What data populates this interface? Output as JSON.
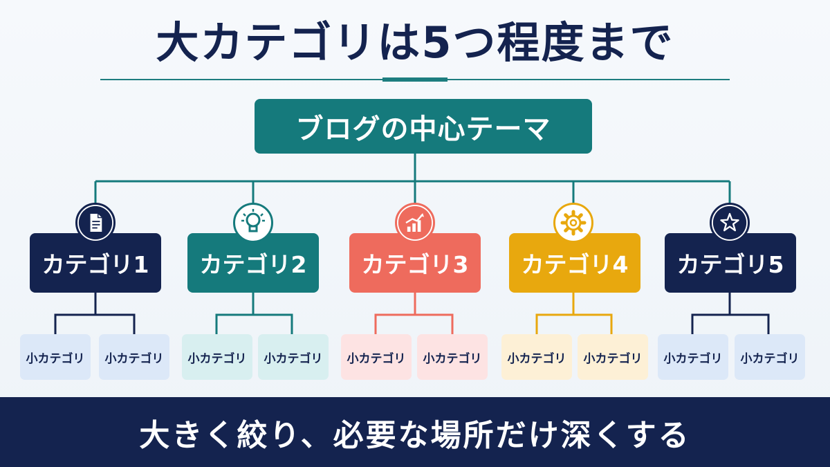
{
  "title": "大カテゴリは5つ程度まで",
  "root_label": "ブログの中心テーマ",
  "categories": [
    {
      "label": "カテゴリ1",
      "icon": "document-icon",
      "color": "#14234f",
      "sub_bg": "#dce8f8",
      "subs": [
        "小カテゴリ",
        "小カテゴリ"
      ]
    },
    {
      "label": "カテゴリ2",
      "icon": "lightbulb-icon",
      "color": "#157a7c",
      "sub_bg": "#d8eff0",
      "subs": [
        "小カテゴリ",
        "小カテゴリ"
      ]
    },
    {
      "label": "カテゴリ3",
      "icon": "growth-chart-icon",
      "color": "#ee6b5d",
      "sub_bg": "#fde3e3",
      "subs": [
        "小カテゴリ",
        "小カテゴリ"
      ]
    },
    {
      "label": "カテゴリ4",
      "icon": "gear-icon",
      "color": "#e8a80e",
      "sub_bg": "#fdf0d6",
      "subs": [
        "小カテゴリ",
        "小カテゴリ"
      ]
    },
    {
      "label": "カテゴリ5",
      "icon": "star-icon",
      "color": "#14234f",
      "sub_bg": "#dce8f8",
      "subs": [
        "小カテゴリ",
        "小カテゴリ"
      ]
    }
  ],
  "banner_text": "大きく絞り、必要な場所だけ深くする"
}
